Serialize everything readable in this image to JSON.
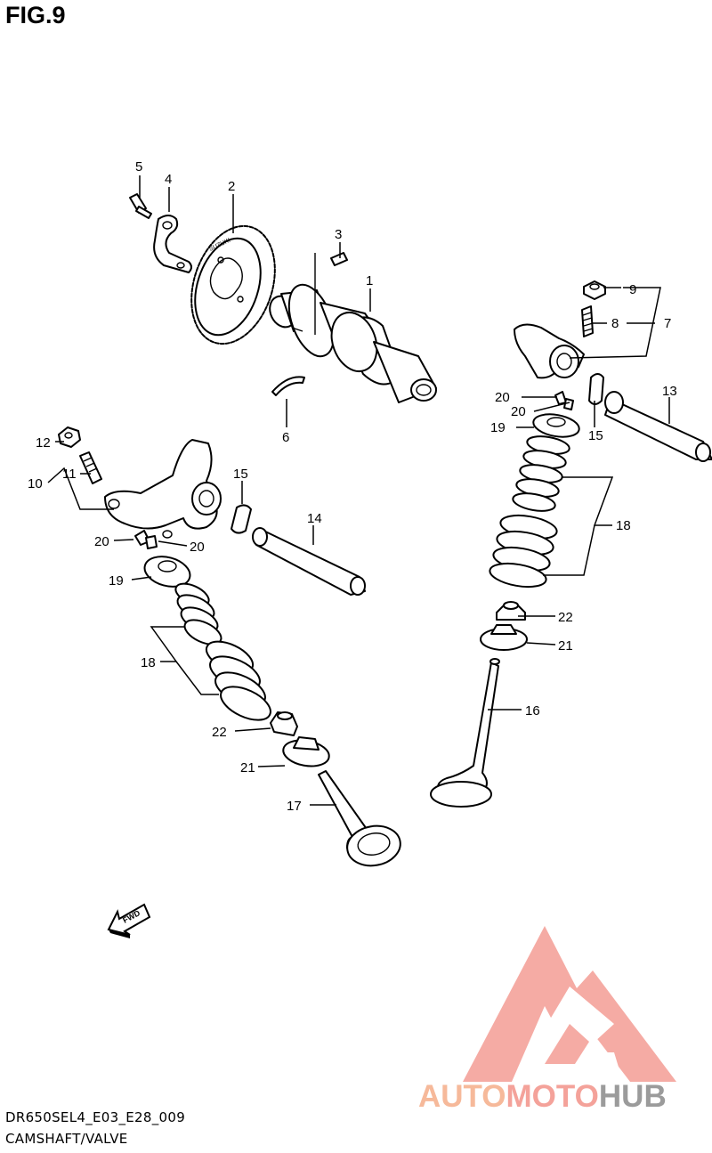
{
  "figure": {
    "title": "FIG.9",
    "code": "DR650SEL4_E03_E28_009",
    "name": "CAMSHAFT/VALVE"
  },
  "parts": {
    "n1": "1",
    "n2": "2",
    "n3": "3",
    "n4": "4",
    "n5": "5",
    "n6": "6",
    "n7": "7",
    "n8": "8",
    "n9": "9",
    "n10": "10",
    "n11": "11",
    "n12": "12",
    "n13": "13",
    "n14": "14",
    "n15": "15",
    "n16": "16",
    "n17": "17",
    "n18": "18",
    "n19": "19",
    "n20": "20",
    "n21": "21",
    "n22": "22"
  },
  "direction_marker": {
    "text": "FWD",
    "icon": "forward-arrow-icon"
  },
  "watermark": {
    "part1": "AUTO",
    "part2": "MOTO",
    "part3": "HUB",
    "color_primary": "#f4a29a",
    "color_secondary": "#9b9b9b"
  }
}
